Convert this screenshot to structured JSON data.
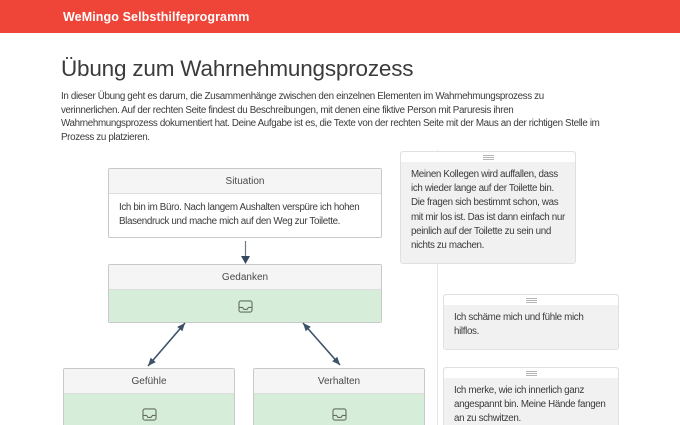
{
  "navbar": {
    "brand": "WeMingo Selbsthilfeprogramm",
    "bg_color": "#ef4438"
  },
  "page": {
    "title": "Übung zum Wahrnehmungsprozess",
    "description": "In dieser Übung geht es darum, die Zusammenhänge zwischen den einzelnen Elementen im Wahrnehmungsprozess zu verinnerlichen. Auf der rechten Seite findest du Beschreibungen, mit denen eine fiktive Person mit Paruresis ihren Wahrnehmungsprozess dokumentiert hat. Deine Aufgabe ist es, die Texte von der rechten Seite mit der Maus an der richtigen Stelle im Prozess zu platzieren."
  },
  "diagram": {
    "situation": {
      "label": "Situation",
      "text": "Ich bin im Büro. Nach langem Aushalten verspüre ich hohen Blasendruck und mache mich auf den Weg zur Toilette."
    },
    "gedanken": {
      "label": "Gedanken",
      "dropzone_icon": "inbox-icon"
    },
    "gefuehle": {
      "label": "Gefühle",
      "dropzone_icon": "inbox-icon"
    },
    "verhalten": {
      "label": "Verhalten",
      "dropzone_icon": "inbox-icon"
    },
    "dropzone_color": "#d6eed9",
    "arrow_color": "#3d5269"
  },
  "cards": [
    {
      "drag_handle_icon": "drag-handle-icon",
      "text": "Meinen Kollegen wird auffallen, dass ich wieder lange auf der Toilette bin. Die fragen sich bestimmt schon, was mit mir los ist. Das ist dann einfach nur peinlich auf der Toilette zu sein und nichts zu machen."
    },
    {
      "drag_handle_icon": "drag-handle-icon",
      "text": "Ich schäme mich und fühle mich hilflos."
    },
    {
      "drag_handle_icon": "drag-handle-icon",
      "text": "Ich merke, wie ich innerlich ganz angespannt bin. Meine Hände fangen an zu schwitzen."
    }
  ]
}
